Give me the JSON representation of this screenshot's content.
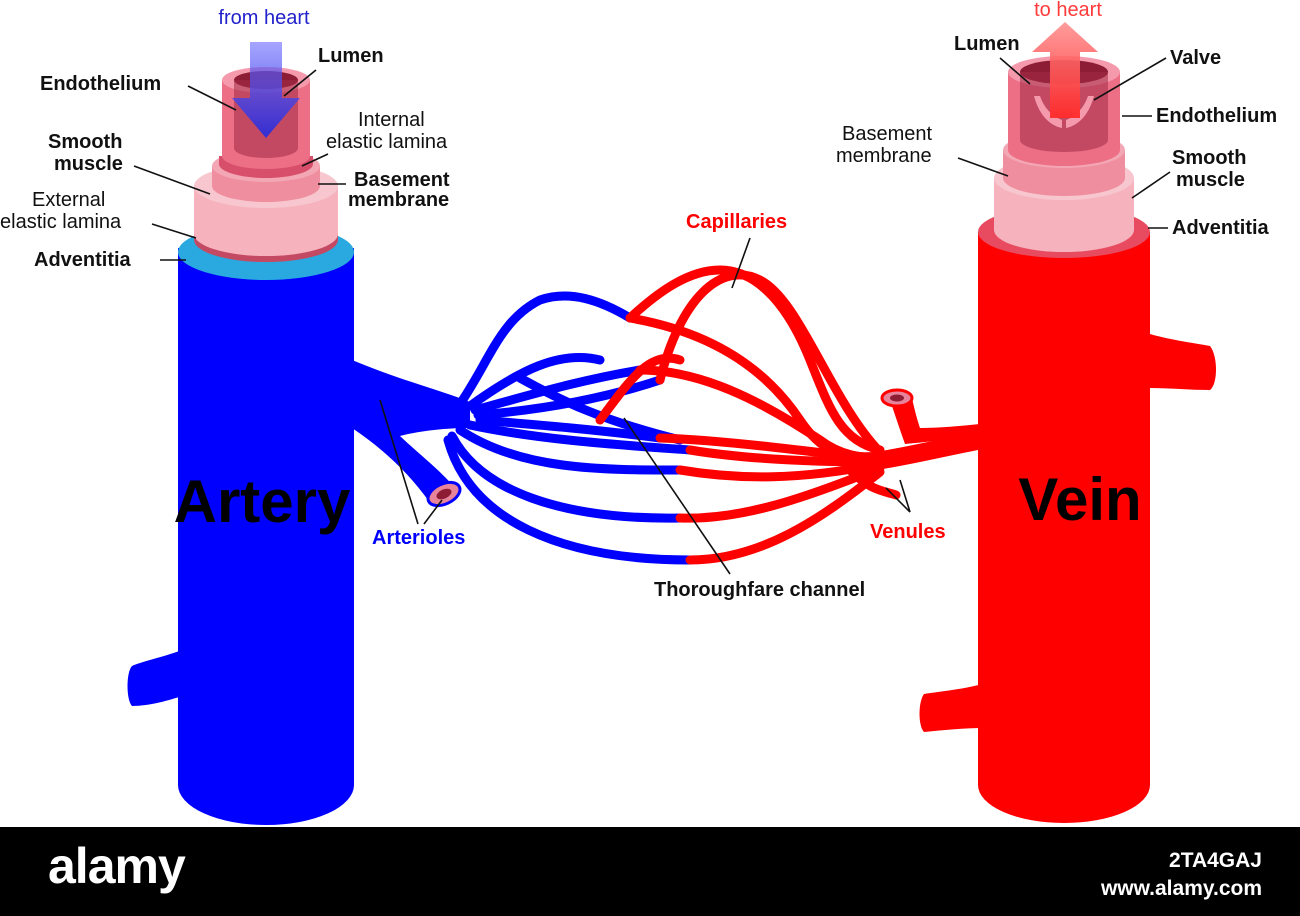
{
  "colors": {
    "artery": "#0000ff",
    "vein": "#ff0000",
    "adventitia_artery": "#29a9e0",
    "smooth_muscle": "#f6b3bd",
    "basement": "#ef8e9e",
    "endothelium": "#ec6f86",
    "lumen": "#8c1d34"
  },
  "artery": {
    "name": "Artery",
    "flow_label": "from heart",
    "layers": {
      "endothelium": "Endothelium",
      "lumen": "Lumen",
      "internal_elastic_lamina_line1": "Internal",
      "internal_elastic_lamina_line2": "elastic lamina",
      "smooth_muscle_line1": "Smooth",
      "smooth_muscle_line2": "muscle",
      "basement_membrane_line1": "Basement",
      "basement_membrane_line2": "membrane",
      "external_elastic_lamina_line1": "External",
      "external_elastic_lamina_line2": "elastic lamina",
      "adventitia": "Adventitia"
    }
  },
  "vein": {
    "name": "Vein",
    "flow_label": "to heart",
    "layers": {
      "lumen": "Lumen",
      "valve": "Valve",
      "endothelium": "Endothelium",
      "basement_membrane_line1": "Basement",
      "basement_membrane_line2": "membrane",
      "smooth_muscle_line1": "Smooth",
      "smooth_muscle_line2": "muscle",
      "adventitia": "Adventitia"
    }
  },
  "network": {
    "capillaries": "Capillaries",
    "arterioles": "Arterioles",
    "venules": "Venules",
    "thoroughfare": "Thoroughfare channel"
  },
  "footer": {
    "brand": "alamy",
    "image_id": "2TA4GAJ",
    "site": "www.alamy.com"
  }
}
